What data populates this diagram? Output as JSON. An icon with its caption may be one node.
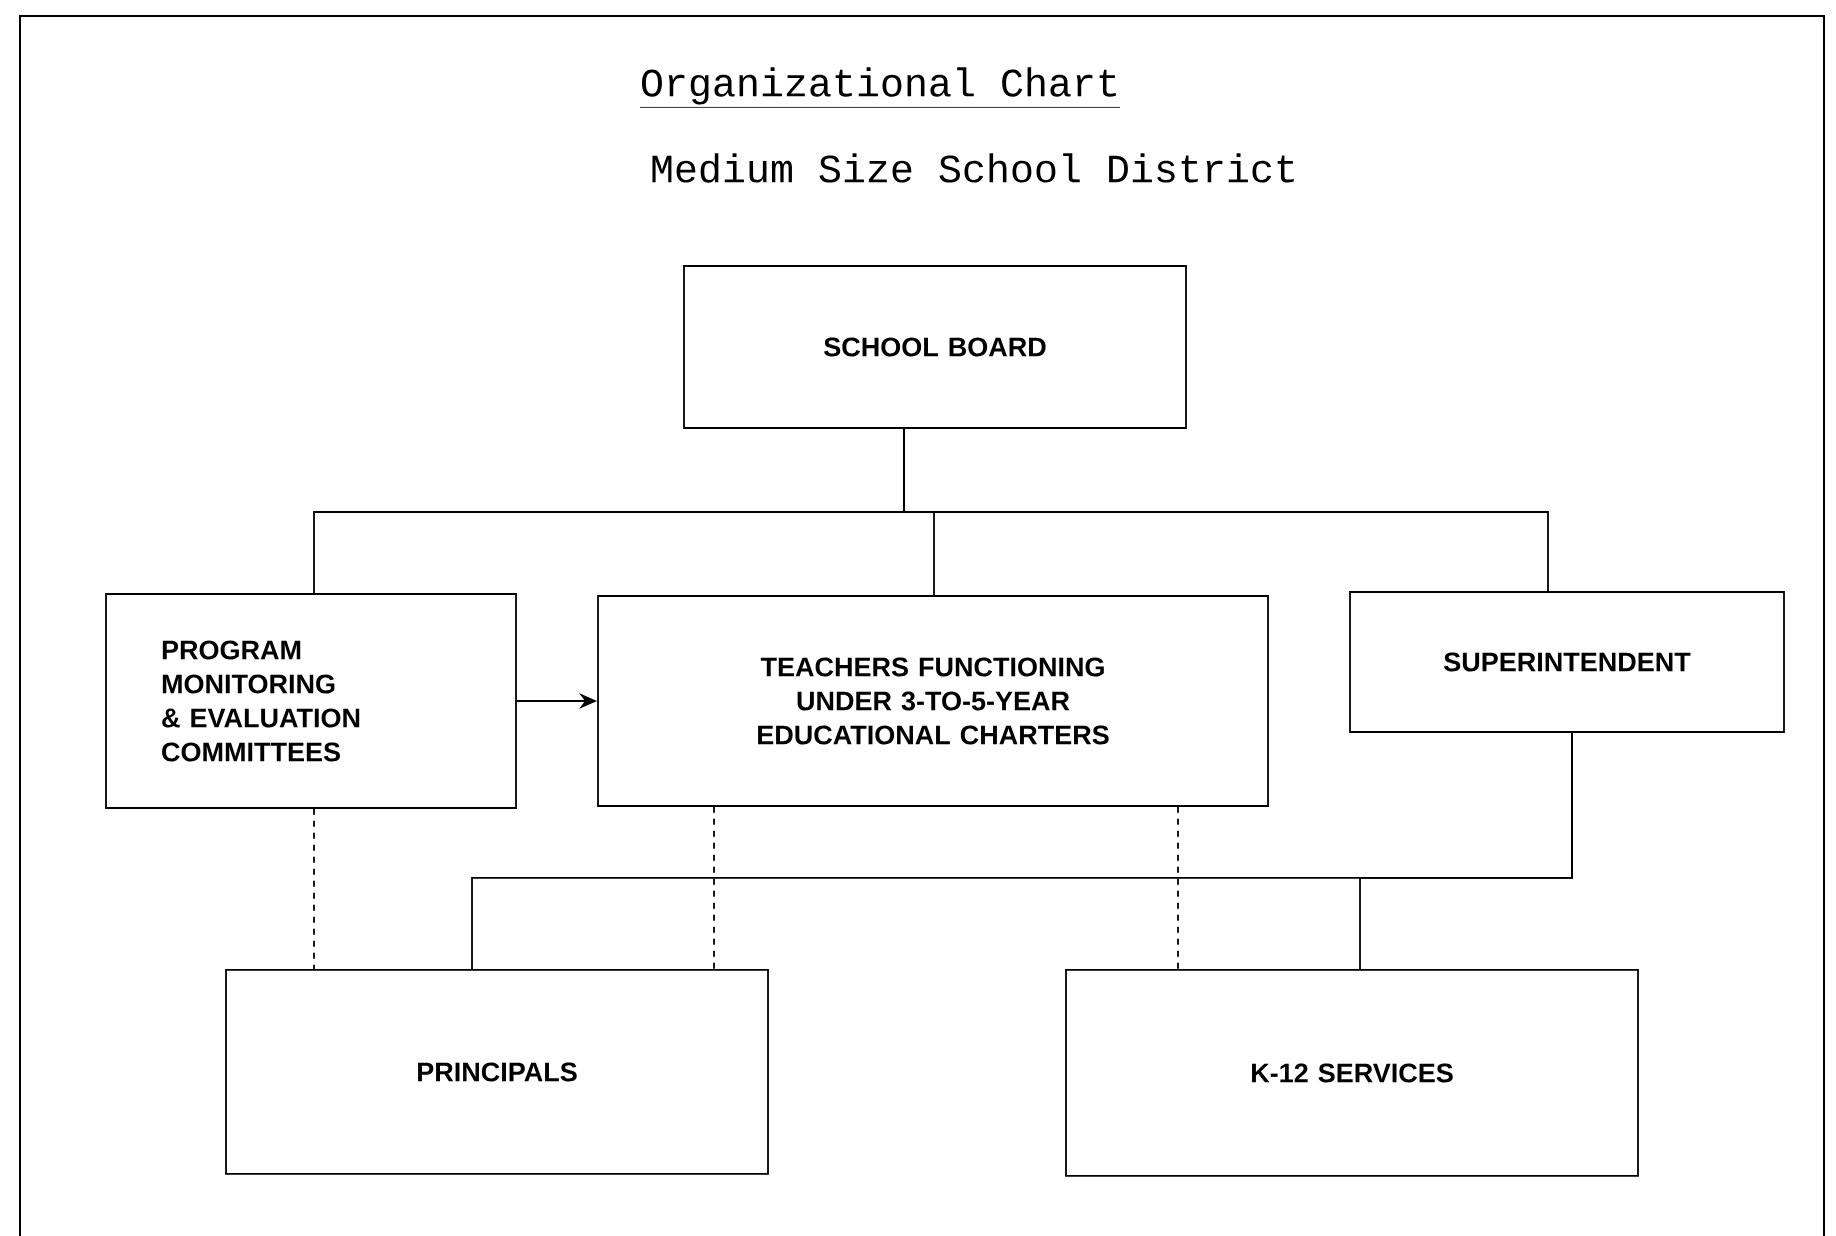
{
  "diagram": {
    "title": "Organizational Chart",
    "caption": "Medium Size School District",
    "nodes": [
      {
        "text": [
          "SCHOOL BOARD"
        ]
      },
      {
        "text": [
          "PROGRAM MONITORING & EVALUATION COMMITTEES"
        ]
      },
      {
        "text": [
          "TEACHERS FUNCTIONING UNDER 3-TO-5-YEAR EDUCATIONAL CHARTERS"
        ]
      },
      {
        "text": [
          "SUPERINTENDENT"
        ]
      },
      {
        "text": [
          "PRINCIPALS"
        ]
      },
      {
        "text": [
          "K-12 SERVICES"
        ]
      }
    ],
    "edges": [
      {
        "from": 0,
        "to": 1,
        "arrow": "none"
      },
      {
        "from": 0,
        "to": 2,
        "arrow": "none"
      },
      {
        "from": 0,
        "to": 3,
        "arrow": "none"
      },
      {
        "from": 1,
        "to": 2,
        "arrow": "to"
      },
      {
        "from": 1,
        "to": 4,
        "arrow": "none",
        "style": "dashed"
      },
      {
        "from": 2,
        "to": 4,
        "arrow": "none",
        "style": "dashed"
      },
      {
        "from": 2,
        "to": 5,
        "arrow": "none",
        "style": "dashed"
      },
      {
        "from": 3,
        "to": 4,
        "arrow": "none"
      },
      {
        "from": 3,
        "to": 5,
        "arrow": "none"
      }
    ]
  }
}
